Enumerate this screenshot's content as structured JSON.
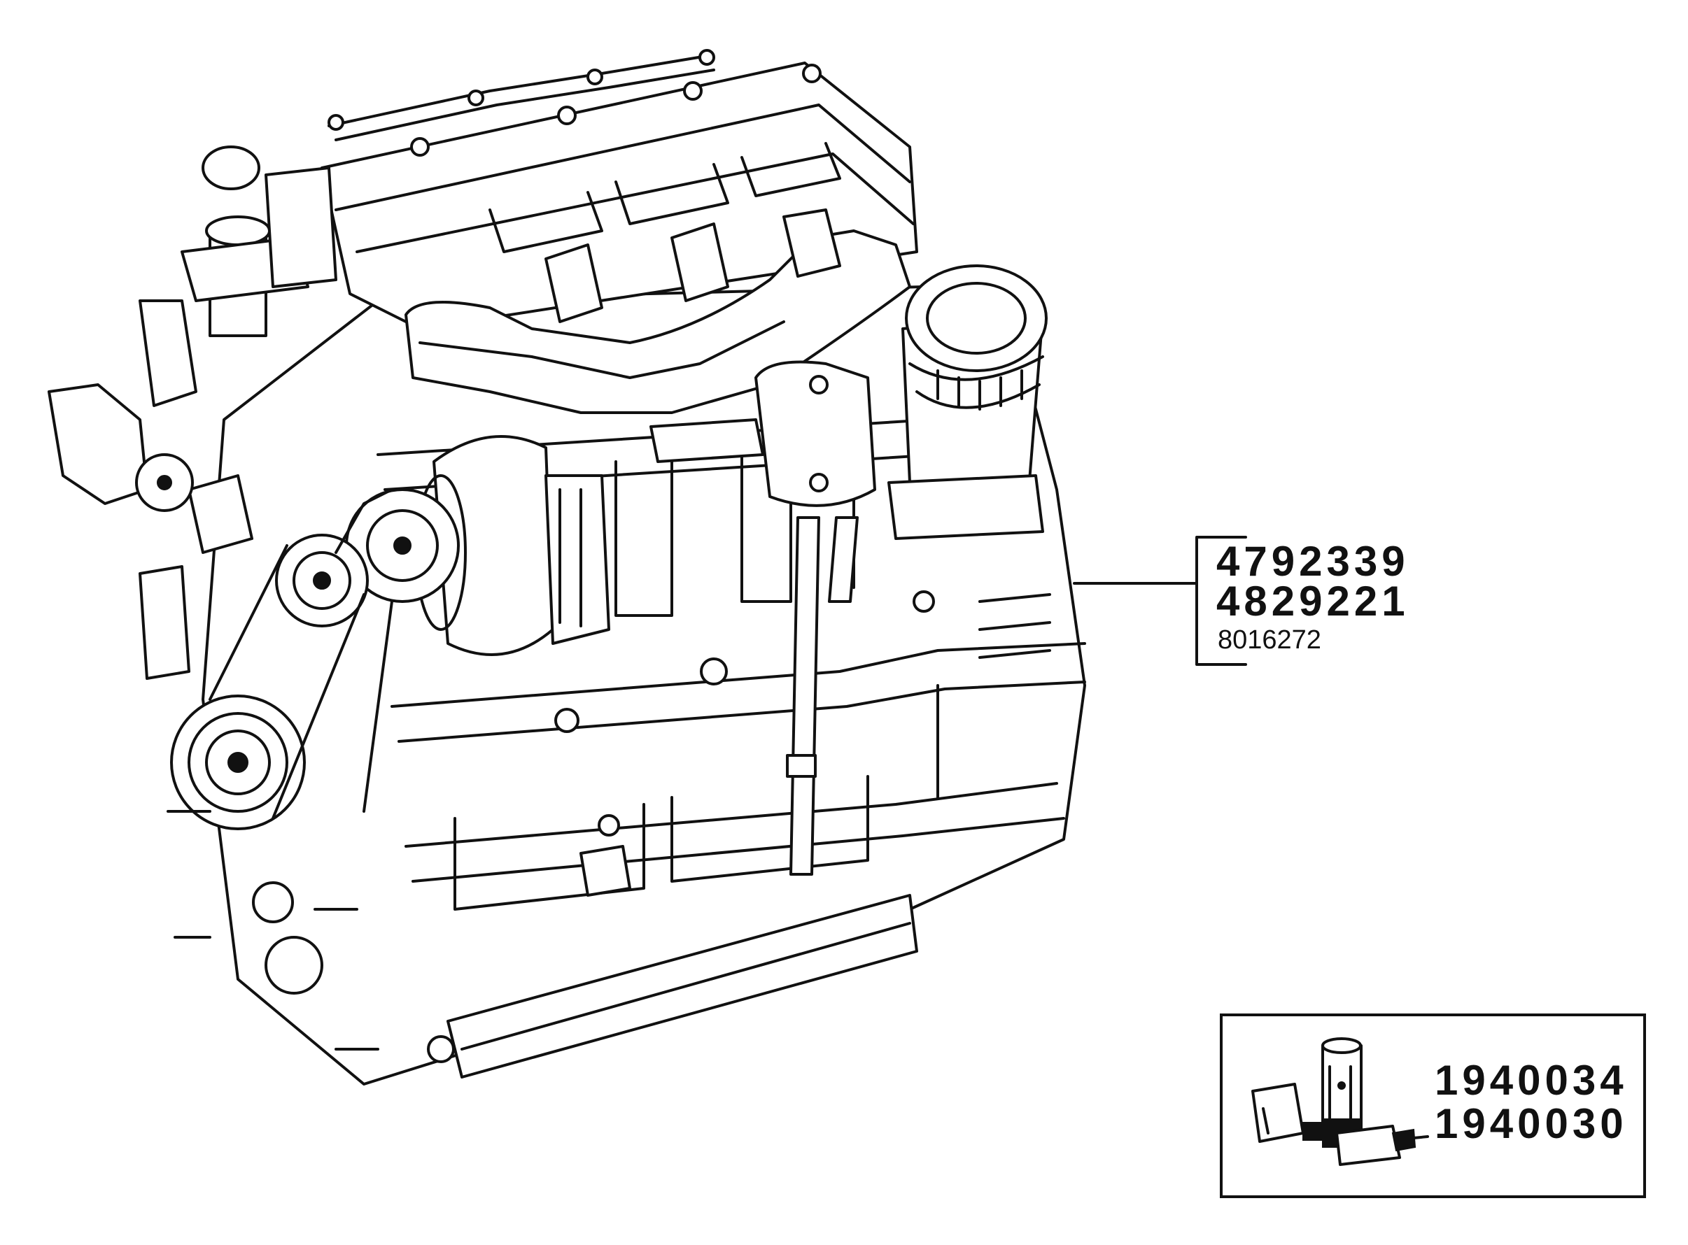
{
  "diagram": {
    "main_callout": {
      "primary_codes": [
        "4792339",
        "4829221"
      ],
      "secondary_code": "8016272"
    },
    "inset_box": {
      "codes": [
        "1940034",
        "1940030"
      ]
    }
  }
}
